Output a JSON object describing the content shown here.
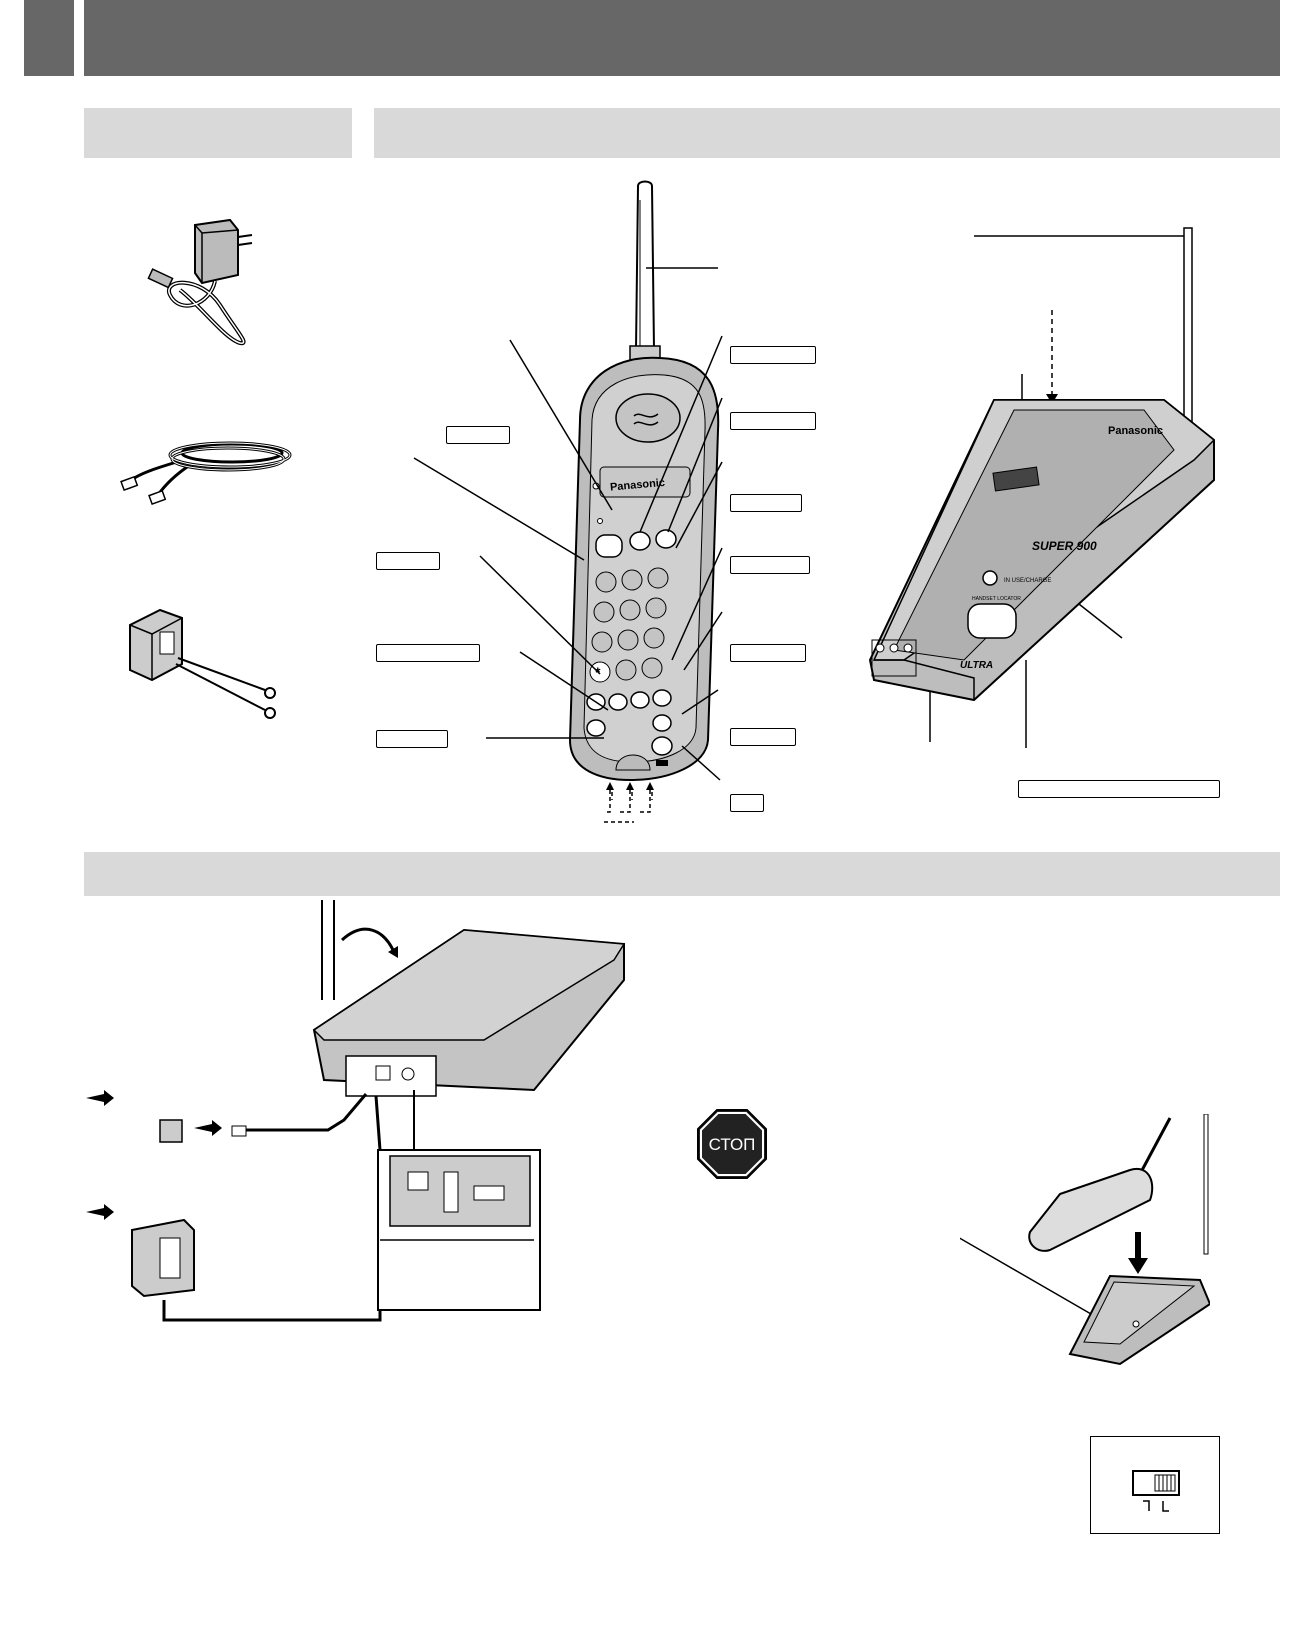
{
  "handset_brand": "Panasonic",
  "base_brand": "Panasonic",
  "base_logo_main": "SUPER 900",
  "base_logo_ultra": "ULTRA",
  "base_indicator_label": "IN USE/CHARGE",
  "base_locator_label": "HANDSET LOCATOR",
  "stop_sign_text": "СТОП",
  "colors": {
    "header_bar": "#676767",
    "section_bar": "#d9d9d9",
    "stop_sign": "#222222"
  },
  "icons": [
    "ac-adaptor",
    "telephone-line-cord",
    "wall-socket-adaptor",
    "cordless-handset",
    "base-unit",
    "stop-sign",
    "tone-pulse-switch"
  ]
}
